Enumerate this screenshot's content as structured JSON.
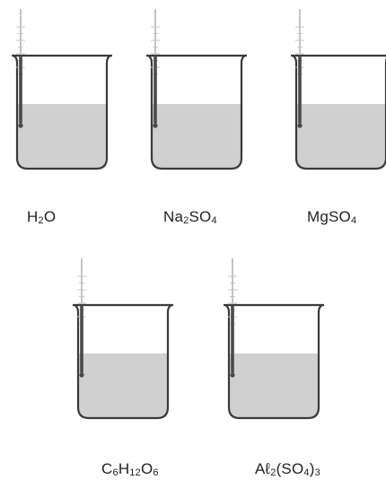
{
  "colors": {
    "outline": "#3a3a3a",
    "solution": "#d0d0d0",
    "thermometer": "#4a4a4a",
    "scale": "#c4c4c4"
  },
  "beakers": [
    {
      "parts": [
        {
          "t": "H"
        },
        {
          "t": "2",
          "sub": true
        },
        {
          "t": "O"
        }
      ]
    },
    {
      "parts": [
        {
          "t": "Na"
        },
        {
          "t": "2",
          "sub": true
        },
        {
          "t": "SO"
        },
        {
          "t": "4",
          "sub": true
        }
      ]
    },
    {
      "parts": [
        {
          "t": "MgSO"
        },
        {
          "t": "4",
          "sub": true
        }
      ]
    },
    {
      "parts": [
        {
          "t": "C"
        },
        {
          "t": "6",
          "sub": true
        },
        {
          "t": "H"
        },
        {
          "t": "12",
          "sub": true
        },
        {
          "t": "O"
        },
        {
          "t": "6",
          "sub": true
        }
      ]
    },
    {
      "parts": [
        {
          "t": "Aℓ"
        },
        {
          "t": "2",
          "sub": true
        },
        {
          "t": "(SO"
        },
        {
          "t": "4",
          "sub": true
        },
        {
          "t": ")"
        },
        {
          "t": "3",
          "sub": true
        }
      ]
    }
  ]
}
